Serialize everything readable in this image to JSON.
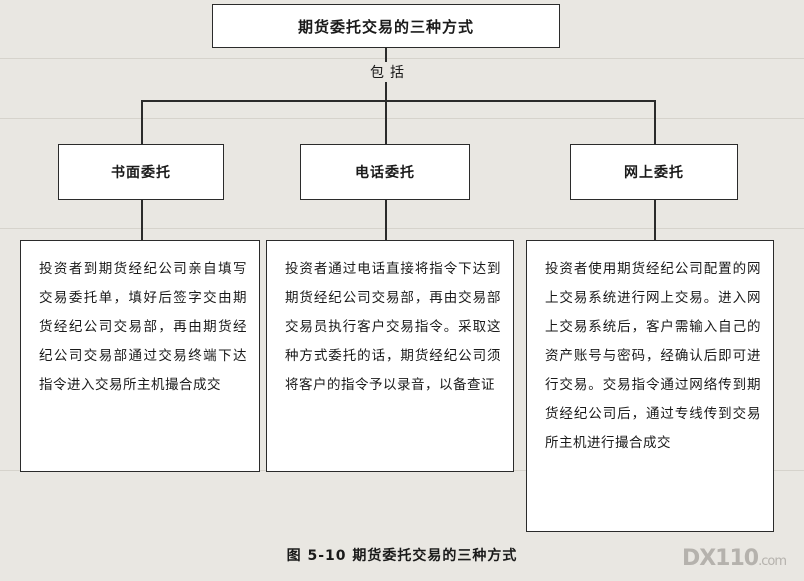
{
  "diagram": {
    "root": "期货委托交易的三种方式",
    "relation": "包括",
    "methods": [
      {
        "name": "书面委托",
        "description": "投资者到期货经纪公司亲自填写交易委托单，填好后签字交由期货经纪公司交易部，再由期货经纪公司交易部通过交易终端下达指令进入交易所主机撮合成交"
      },
      {
        "name": "电话委托",
        "description": "投资者通过电话直接将指令下达到期货经纪公司交易部，再由交易部交易员执行客户交易指令。采取这种方式委托的话，期货经纪公司须将客户的指令予以录音，以备查证"
      },
      {
        "name": "网上委托",
        "description": "投资者使用期货经纪公司配置的网上交易系统进行网上交易。进入网上交易系统后，客户需输入自己的资产账号与密码，经确认后即可进行交易。交易指令通过网络传到期货经纪公司后，通过专线传到交易所主机进行撮合成交"
      }
    ]
  },
  "caption": "图 5-10   期货委托交易的三种方式",
  "watermark": {
    "main": "DX110",
    "suffix": ".com"
  }
}
